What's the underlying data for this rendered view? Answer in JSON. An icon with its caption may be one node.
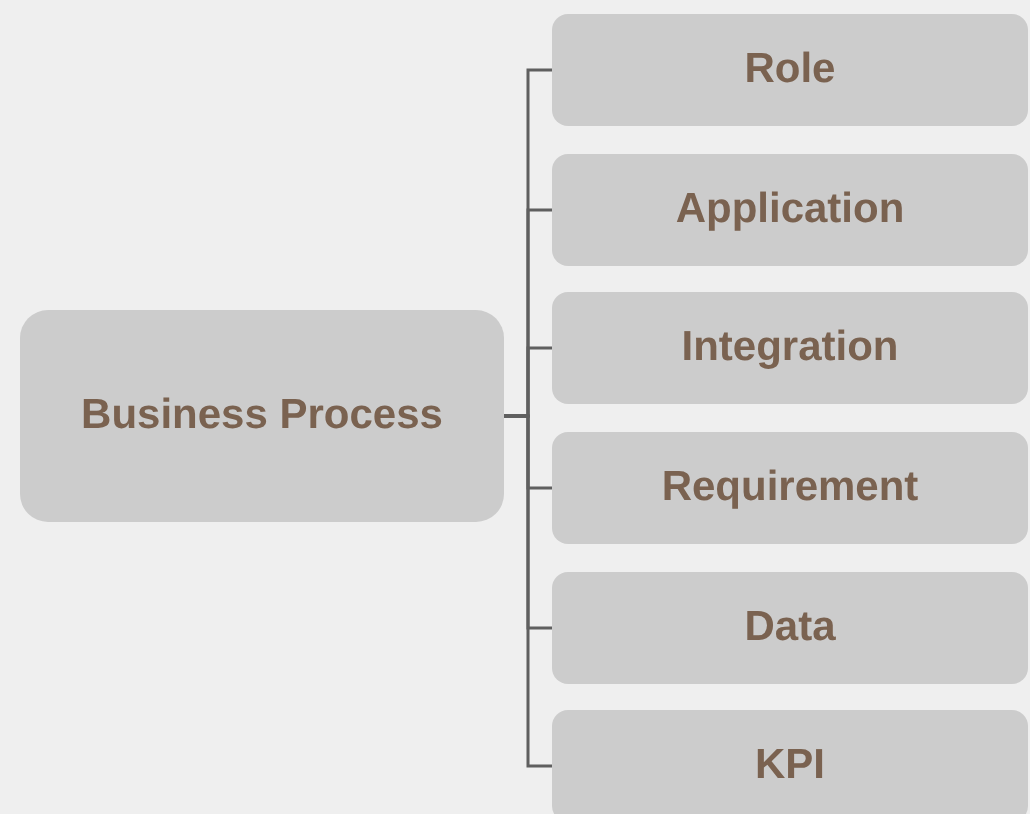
{
  "diagram": {
    "nodes": [
      {
        "text": [
          "Business Process"
        ]
      },
      {
        "text": [
          "Role"
        ]
      },
      {
        "text": [
          "Application"
        ]
      },
      {
        "text": [
          "Integration"
        ]
      },
      {
        "text": [
          "Requirement"
        ]
      },
      {
        "text": [
          "Data"
        ]
      },
      {
        "text": [
          "KPI"
        ]
      }
    ],
    "edges": [
      {
        "from": 0,
        "to": 1,
        "arrow": "none"
      },
      {
        "from": 0,
        "to": 2,
        "arrow": "none"
      },
      {
        "from": 0,
        "to": 3,
        "arrow": "none"
      },
      {
        "from": 0,
        "to": 4,
        "arrow": "none"
      },
      {
        "from": 0,
        "to": 5,
        "arrow": "none"
      },
      {
        "from": 0,
        "to": 6,
        "arrow": "none"
      }
    ]
  }
}
